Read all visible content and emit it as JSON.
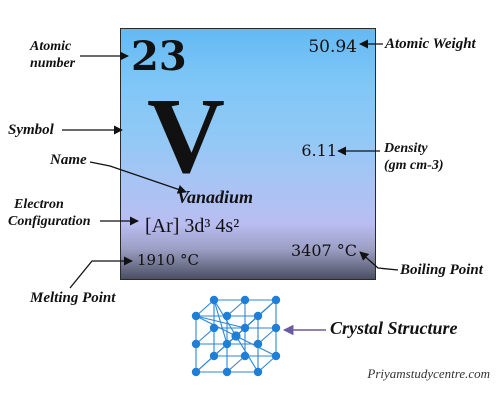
{
  "element": {
    "atomic_number": "23",
    "atomic_weight": "50.94",
    "symbol": "V",
    "density": "6.11",
    "name": "Vanadium",
    "electron_configuration": "[Ar] 3d³ 4s²",
    "melting_point": "1910 °C",
    "boiling_point": "3407 °C"
  },
  "labels": {
    "atomic_number_line1": "Atomic",
    "atomic_number_line2": "number",
    "atomic_weight": "Atomic Weight",
    "symbol": "Symbol",
    "name": "Name",
    "density_line1": "Density",
    "density_line2": "(gm cm-3)",
    "electron_line1": "Electron",
    "electron_line2": "Configuration",
    "melting_point": "Melting Point",
    "boiling_point": "Boiling Point",
    "crystal_structure": "Crystal Structure"
  },
  "watermark": "Priyamstudycentre.com",
  "colors": {
    "tile_top": "#63b9f3",
    "tile_mid": "#b9bdf1",
    "tile_bottom": "#4b4f62",
    "crystal_node": "#1f7fd6",
    "crystal_edge": "#2c86d8",
    "crystal_arrow": "#6a5aa3"
  }
}
